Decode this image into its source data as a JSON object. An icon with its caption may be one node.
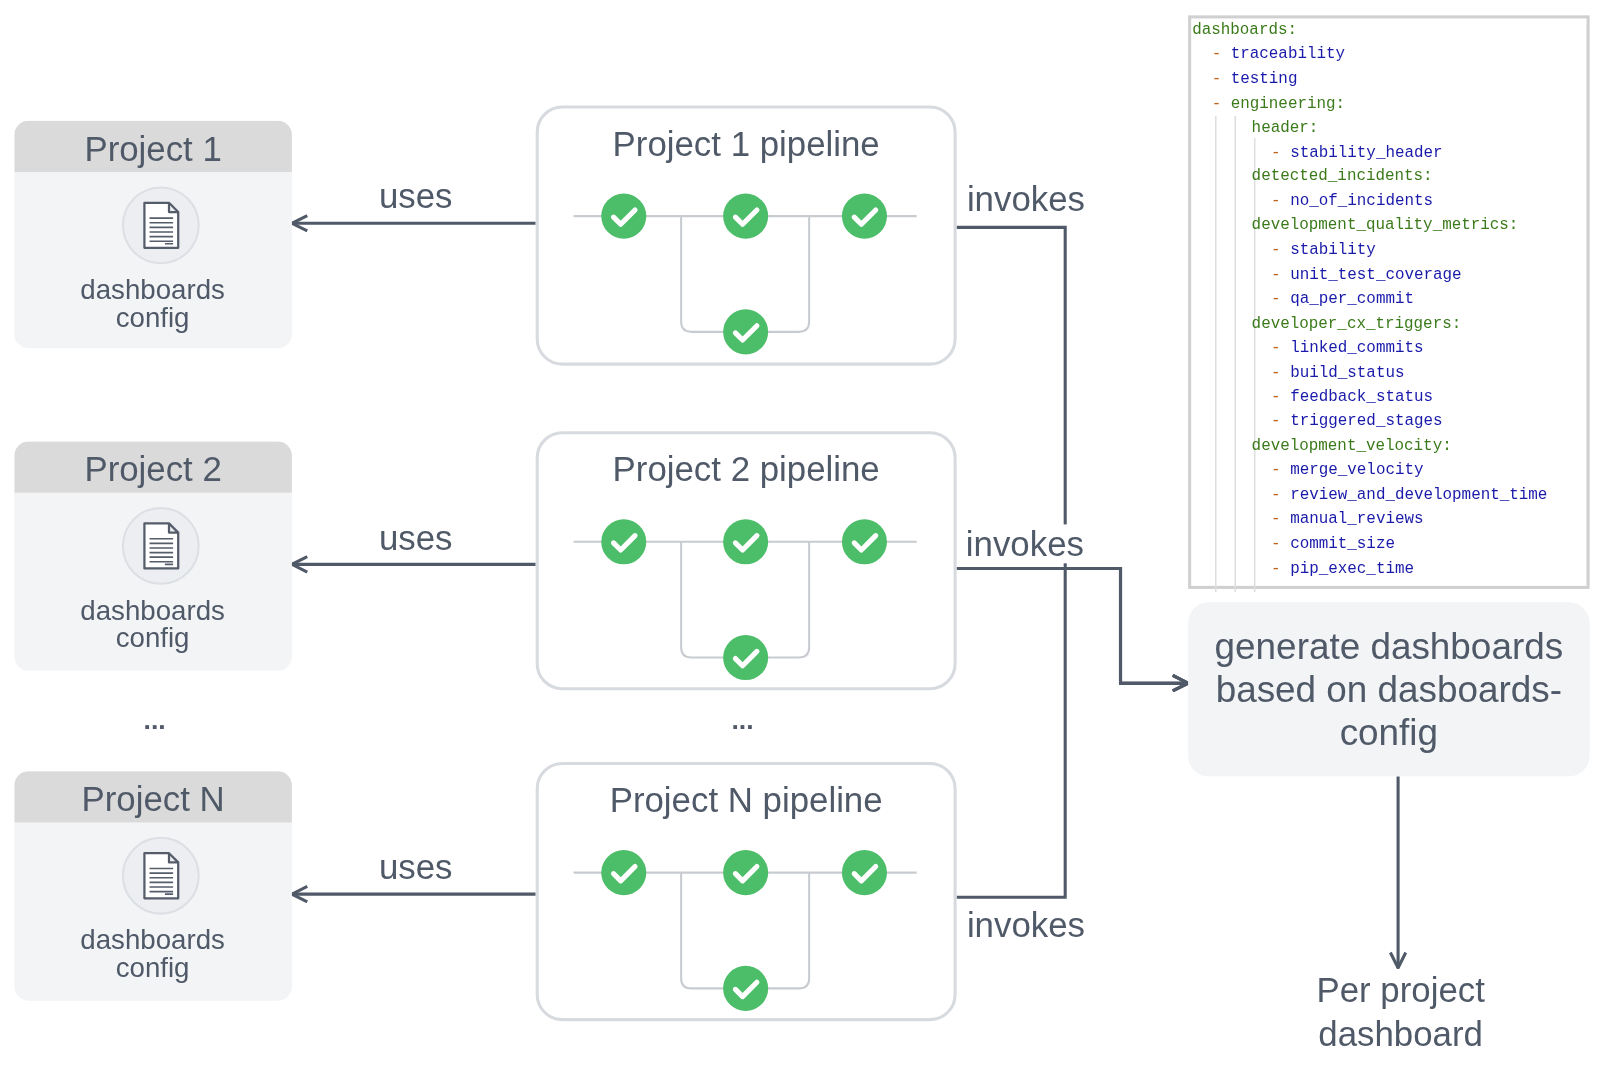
{
  "diagram": {
    "nodes": [
      {
        "text": [
          "Project 1",
          "dashboards config"
        ]
      },
      {
        "text": [
          "Project 1 pipeline"
        ]
      },
      {
        "text": [
          "Project 2",
          "dashboards config"
        ]
      },
      {
        "text": [
          "Project 2 pipeline"
        ]
      },
      {
        "text": [
          "Project N",
          "dashboards config"
        ]
      },
      {
        "text": [
          "Project N pipeline"
        ]
      },
      {
        "text": [
          "generate dashboards based on dasboards-config"
        ]
      },
      {
        "text": [
          "Per project dashboard"
        ]
      }
    ],
    "edges": [
      {
        "from": 1,
        "to": 0,
        "arrow": "to",
        "label": "uses"
      },
      {
        "from": 3,
        "to": 2,
        "arrow": "to",
        "label": "uses"
      },
      {
        "from": 5,
        "to": 4,
        "arrow": "to",
        "label": "uses"
      },
      {
        "from": 1,
        "to": 6,
        "arrow": "to",
        "label": "invokes"
      },
      {
        "from": 3,
        "to": 6,
        "arrow": "to",
        "label": "invokes"
      },
      {
        "from": 5,
        "to": 6,
        "arrow": "to",
        "label": "invokes"
      },
      {
        "from": 6,
        "to": 7,
        "arrow": "to"
      }
    ],
    "labels": [
      "dashboards:",
      "- traceability",
      "- testing",
      "- engineering:",
      "header:",
      "- stability_header",
      "detected_incidents:",
      "- no_of_incidents",
      "development_quality_metrics:",
      "- stability",
      "- unit_test_coverage",
      "- qa_per_commit",
      "developer_cx_triggers:",
      "- linked_commits",
      "- build_status",
      "- feedback_status",
      "- triggered_stages",
      "development_velocity:",
      "- merge_velocity",
      "- review_and_development_time",
      "- manual_reviews",
      "- commit_size",
      "- pip_exec_time",
      "...",
      "..."
    ]
  }
}
